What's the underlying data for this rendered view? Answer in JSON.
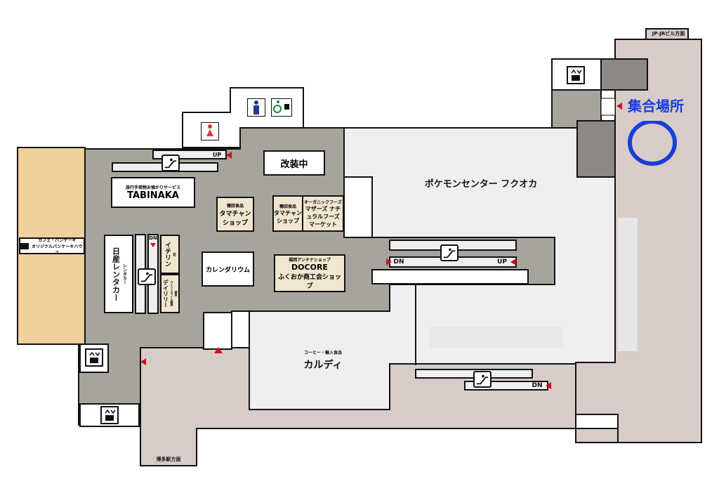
{
  "labels": {
    "jp_jr": "JP-JRビル方面",
    "meeting": "集合場所",
    "pokemon": "ポケモンセンター フクオカ",
    "kaisou": "改装中",
    "tabinaka_sub": "旅行手荷物お預かりサービス",
    "tabinaka": "TABINAKA",
    "cafe1": "カフェ・パンケーキ",
    "cafe2": "オリジナルパンケーキハウス",
    "tama1_sub": "穂田食品",
    "tama1": "タマチャン ショップ",
    "tama2_sub": "穂田食品",
    "tama2": "タマチャン ショップ",
    "organic_sub": "オーガニックフーズ",
    "organic": "マザーズ ナチュラルフーズ マーケット",
    "calendar": "カレンダリウム",
    "docore_sub": "福岡アンテナショップ",
    "docore": "DOCORE",
    "docore2": "ふくおか商工会ショップ",
    "nissan": "日産レンタカー",
    "rentacar": "レンタカー",
    "ichirin": "イチリン",
    "flower": "花",
    "lifestyle": "ライフスタイル雑貨",
    "zakka": "雑貨",
    "daily": "デイリリー",
    "kaldi_sub": "コーヒー・輸入食品",
    "kaldi": "カルディ",
    "hakata": "博多駅方面",
    "up1": "UP",
    "up2": "UP",
    "dn1": "DN",
    "dn2": "DN",
    "dn3": "DN"
  },
  "colors": {
    "floor_dark": "#a6a49c",
    "floor_light": "#efefef",
    "pink": "#d7ccc8",
    "tan": "#f1d19b",
    "shop": "#f1e6cf",
    "gray_block": "#8c8884",
    "accent_red": "#d0101a",
    "meeting_blue": "#1a3ed8"
  },
  "icons": [
    "escalator-icon",
    "elevator-icon",
    "mens-restroom-icon",
    "womens-restroom-icon",
    "accessible-restroom-icon",
    "cafe-icon"
  ]
}
